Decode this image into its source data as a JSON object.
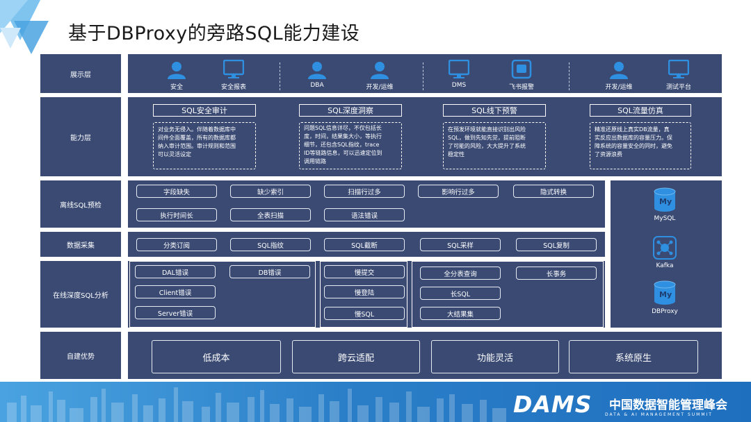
{
  "title": "基于DBProxy的旁路SQL能力建设",
  "rows": {
    "display": "展示层",
    "capability": "能力层",
    "offline": "离线SQL预检",
    "collect": "数据采集",
    "online": "在线深度SQL分析",
    "advantage": "自建优势"
  },
  "display_items": [
    "安全",
    "安全报表",
    "DBA",
    "开发/运维",
    "DMS",
    "飞书报警",
    "开发/运维",
    "测试平台"
  ],
  "capabilities": [
    {
      "name": "SQL安全审计",
      "lines": [
        "对业务无侵入。伴随着数据库中",
        "间件全面覆盖，所有的数据库都",
        "纳入审计范围。审计规则和范围",
        "可以灵活设定"
      ]
    },
    {
      "name": "SQL深度洞察",
      "lines": [
        "问题SQL信息详尽，不仅包括长",
        "度，时间，结果集大小，等执行",
        "细节，还包含SQL指纹，trace",
        "ID等链路信息，可以迅速定位到",
        "调用链路"
      ]
    },
    {
      "name": "SQL线下预警",
      "lines": [
        "在预发环境就能直接识别出风险",
        "SQL，做到先知先觉，提前阻断",
        "了可能的风险，大大提升了系统",
        "稳定性"
      ]
    },
    {
      "name": "SQL流量仿真",
      "lines": [
        "精准还原线上真实DB流量，真",
        "实反应出数据库的容量压力。保",
        "障系统的容量安全的同时，避免",
        "了资源浪费"
      ]
    }
  ],
  "offline_items": [
    "字段缺失",
    "缺少索引",
    "扫描行过多",
    "影响行过多",
    "隐式转换",
    "执行时间长",
    "全表扫描",
    "语法错误"
  ],
  "collect_items": [
    "分类订阅",
    "SQL指纹",
    "SQL截断",
    "SQL采样",
    "SQL复制"
  ],
  "online_groups": {
    "errors": [
      "DAL错误",
      "DB错误",
      "Client错误",
      "Server错误"
    ],
    "slow": [
      "慢提交",
      "慢登陆",
      "慢SQL"
    ],
    "query": [
      "全分表查询",
      "长事务",
      "长SQL",
      "大结果集"
    ]
  },
  "advantages": [
    "低成本",
    "跨云适配",
    "功能灵活",
    "系统原生"
  ],
  "side": [
    "MySQL",
    "Kafka",
    "DBProxy"
  ],
  "footer": {
    "brand": "DAMS",
    "cn": "中国数据智能管理峰会",
    "en": "DATA & AI MANAGEMENT SUMMIT"
  },
  "colors": {
    "panel": "#3a4a73",
    "accent": "#2b7fc8",
    "icon": "#2f8fe0"
  }
}
